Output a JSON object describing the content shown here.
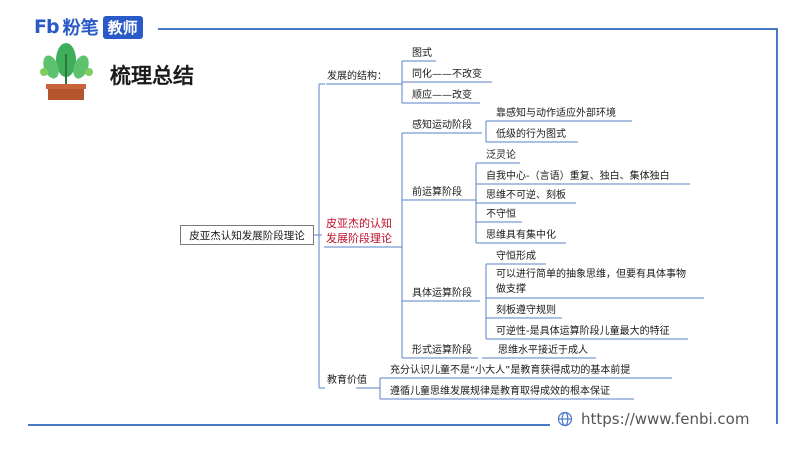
{
  "brand": {
    "mark": "Fb",
    "name": "粉笔",
    "badge": "教师"
  },
  "page_title": "梳理总结",
  "url": "https://www.fenbi.com",
  "colors": {
    "accent": "#2a5ac8",
    "frame": "#4a78c8",
    "center_topic": "#c0102b",
    "plant_leaf": "#3fae5a",
    "pot": "#b4552e"
  },
  "icons": [
    "sprout-pot-icon",
    "globe-icon"
  ],
  "mindmap": {
    "root": "皮亚杰认知发展阶段理论",
    "structure": {
      "label": "发展的结构：",
      "items": [
        "图式",
        "同化——不改变",
        "顺应——改变"
      ]
    },
    "center": {
      "line1": "皮亚杰的认知",
      "line2": "发展阶段理论"
    },
    "stages": [
      {
        "label": "感知运动阶段",
        "items": [
          "靠感知与动作适应外部环境",
          "低级的行为图式"
        ]
      },
      {
        "label": "前运算阶段",
        "items": [
          "泛灵论",
          "自我中心-（言语）重复、独白、集体独白",
          "思维不可逆、刻板",
          "不守恒",
          "思维具有集中化"
        ]
      },
      {
        "label": "具体运算阶段",
        "items": [
          "守恒形成",
          "可以进行简单的抽象思维，但要有具体事物",
          "做支撑",
          "刻板遵守规则",
          "可逆性-是具体运算阶段儿童最大的特征"
        ]
      },
      {
        "label": "形式运算阶段",
        "items": [
          "思维水平接近于成人"
        ]
      }
    ],
    "value": {
      "label": "教育价值",
      "items": [
        "充分认识儿童不是“小大人”是教育获得成功的基本前提",
        "遵循儿童思维发展规律是教育取得成效的根本保证"
      ]
    }
  }
}
